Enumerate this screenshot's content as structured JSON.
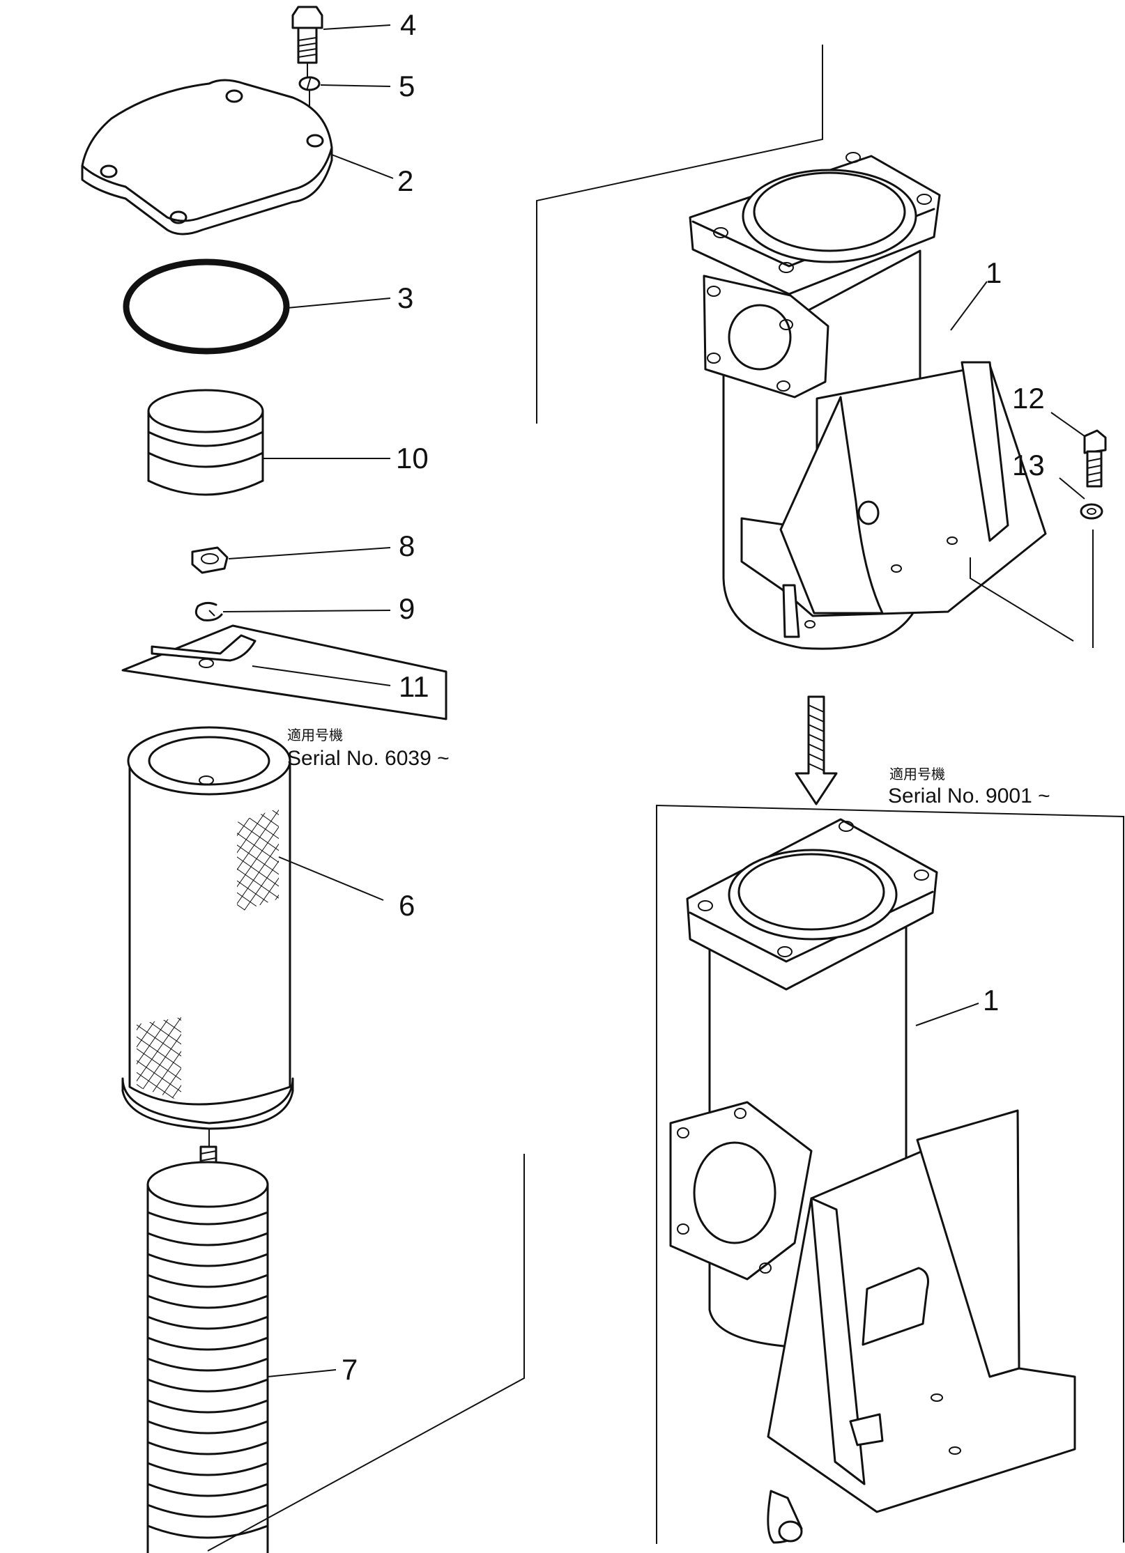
{
  "callouts": {
    "c1a": "1",
    "c1b": "1",
    "c2": "2",
    "c3": "3",
    "c4": "4",
    "c5": "5",
    "c6": "6",
    "c7": "7",
    "c8": "8",
    "c9": "9",
    "c10": "10",
    "c11": "11",
    "c12": "12",
    "c13": "13"
  },
  "notes": {
    "left_applicable_jp": "適用号機",
    "left_serial": "Serial No. 6039 ~",
    "right_applicable_jp": "適用号機",
    "right_serial": "Serial No. 9001 ~"
  }
}
